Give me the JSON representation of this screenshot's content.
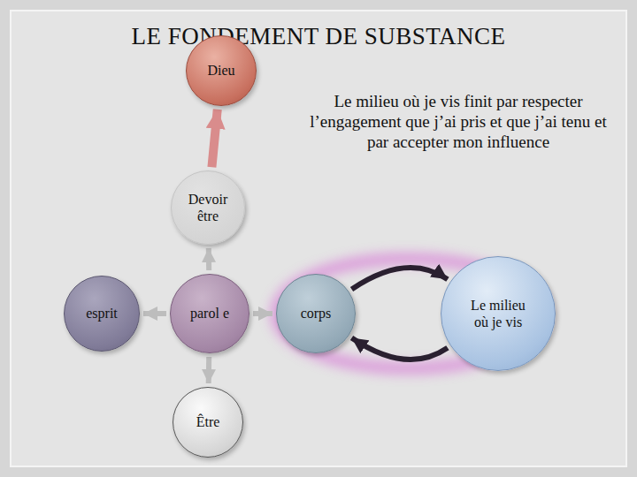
{
  "diagram": {
    "title": "LE FONDEMENT DE SUBSTANCE",
    "nodes": [
      {
        "text": [
          "Dieu"
        ]
      },
      {
        "text": [
          "Devoir être"
        ]
      },
      {
        "text": [
          "esprit"
        ]
      },
      {
        "text": [
          "parol e"
        ]
      },
      {
        "text": [
          "Être"
        ]
      },
      {
        "text": [
          "corps"
        ]
      },
      {
        "text": [
          "Le milieu où je vis"
        ]
      }
    ],
    "edges": [
      {
        "from": 1,
        "to": 0,
        "arrow": "to"
      },
      {
        "from": 3,
        "to": 1,
        "arrow": "to"
      },
      {
        "from": 3,
        "to": 2,
        "arrow": "to"
      },
      {
        "from": 3,
        "to": 5,
        "arrow": "to"
      },
      {
        "from": 3,
        "to": 4,
        "arrow": "to"
      },
      {
        "from": 5,
        "to": 6,
        "arrow": "to"
      },
      {
        "from": 6,
        "to": 5,
        "arrow": "to"
      }
    ],
    "labels": [
      "Le milieu où je vis finit par respecter l’engagement que j’ai pris et que j’ai tenu et par accepter mon influence"
    ]
  }
}
